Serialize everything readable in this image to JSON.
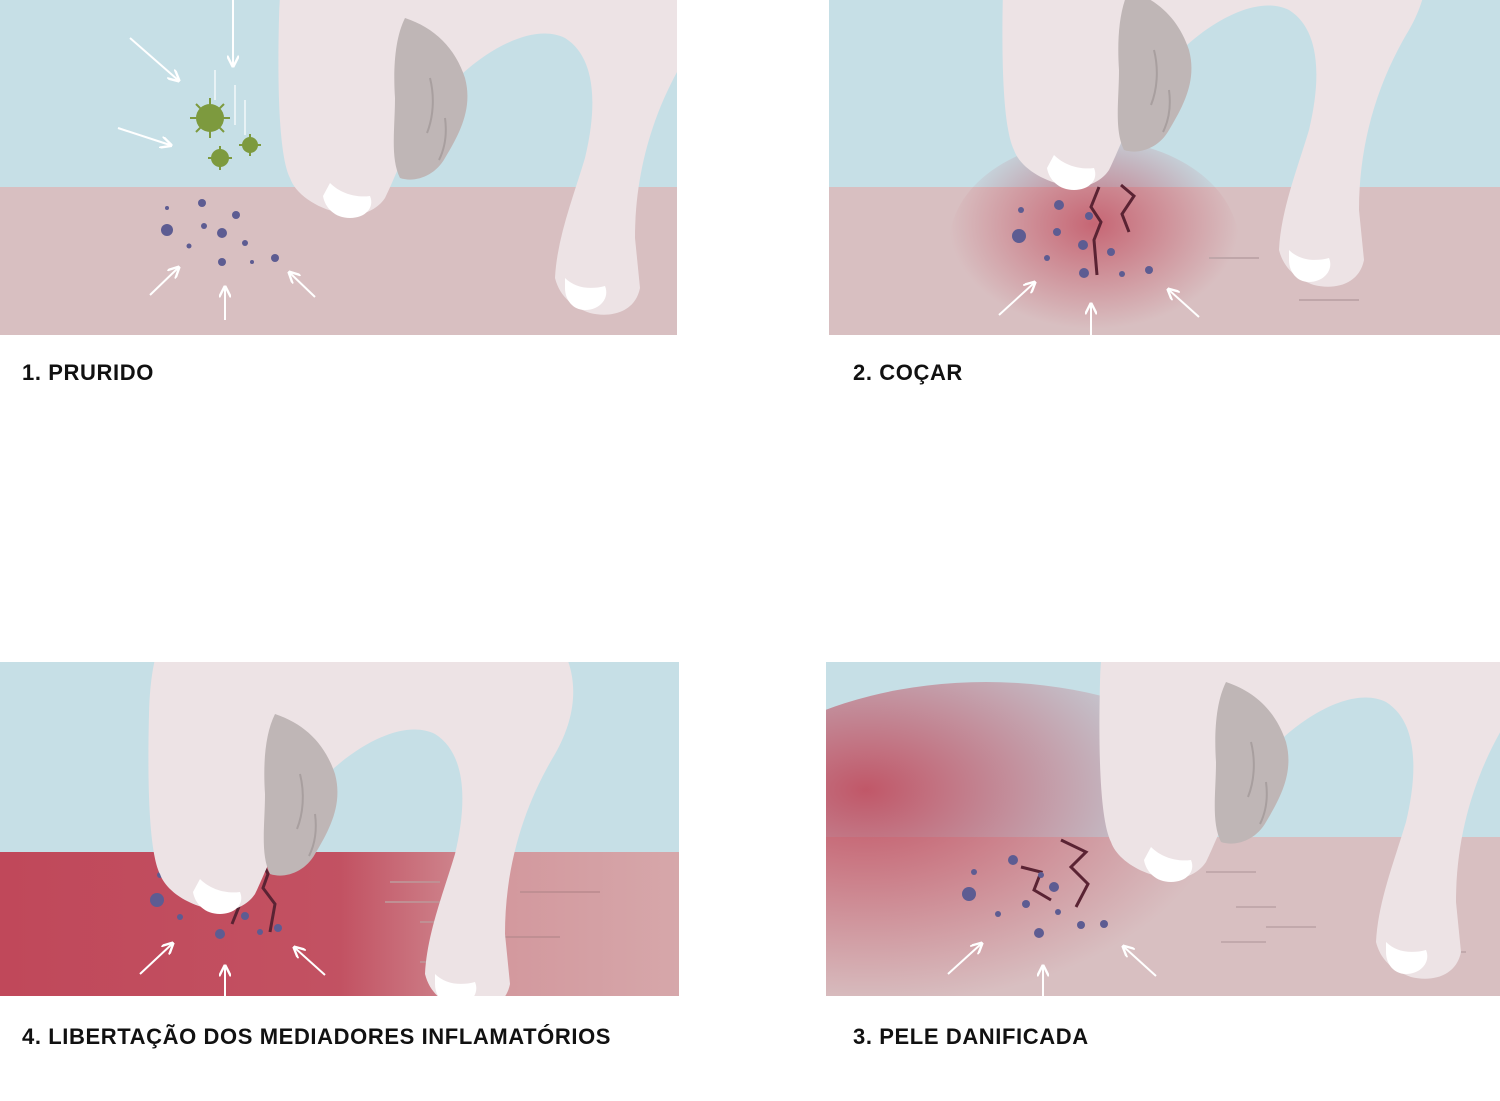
{
  "colors": {
    "sky": "#c6dfe6",
    "skin": "#d8bfc1",
    "inflamed": "#c0485a",
    "hand": "#ede3e5",
    "hand_shadow": "#bfb6b6",
    "mediator": "#5d5c92",
    "allergen": "#7d9a3e",
    "arrow": "#ffffff",
    "crack": "#5a2333"
  },
  "icons": [
    "hand-icon",
    "allergen-particle-icon",
    "mediator-dot-icon",
    "arrow-icon",
    "skin-crack-icon"
  ],
  "steps": [
    {
      "id": "pruritus",
      "label": "1. PRURIDO"
    },
    {
      "id": "scratching",
      "label": "2. COÇAR"
    },
    {
      "id": "damaged-skin",
      "label": "3. PELE DANIFICADA"
    },
    {
      "id": "mediator-release",
      "label": "4. LIBERTAÇÃO DOS MEDIADORES INFLAMATÓRIOS"
    }
  ]
}
